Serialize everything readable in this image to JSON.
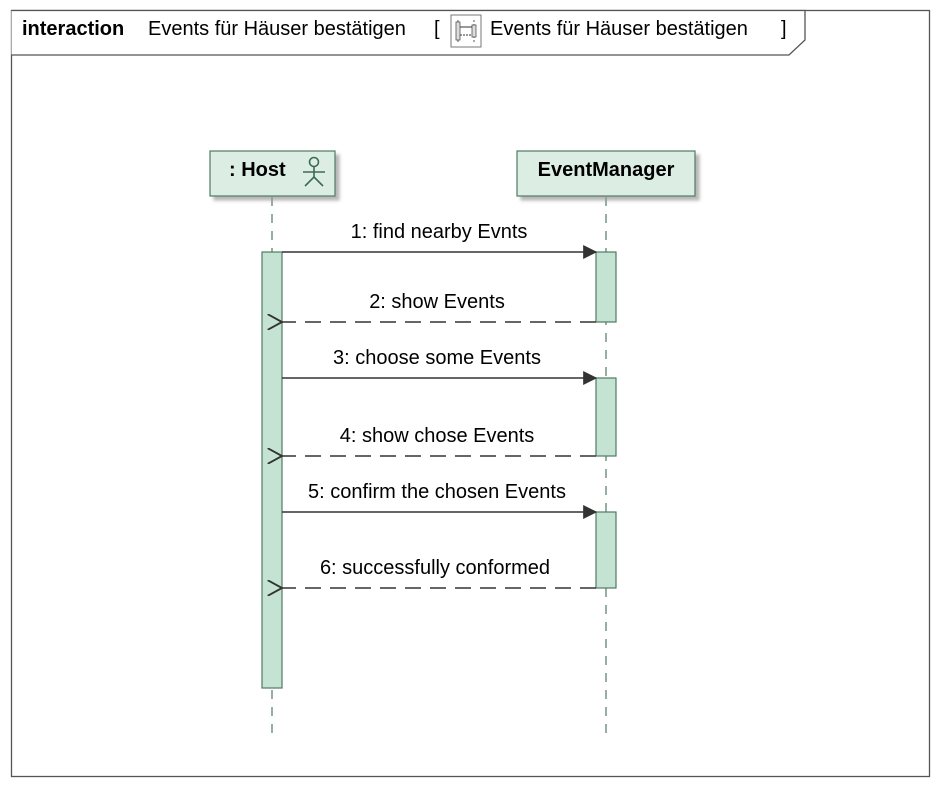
{
  "frame": {
    "keyword": "interaction",
    "name": "Events für Häuser bestätigen",
    "bracket_open": "[",
    "reference": "Events für Häuser bestätigen",
    "bracket_close": "]",
    "reference_icon": "sequence-diagram-icon"
  },
  "lifelines": [
    {
      "id": "host",
      "label": ": Host",
      "icon": "actor-icon"
    },
    {
      "id": "eventmanager",
      "label": "EventManager",
      "icon": ""
    }
  ],
  "messages": [
    {
      "label": "1: find nearby Evnts",
      "from": "host",
      "to": "eventmanager",
      "kind": "sync"
    },
    {
      "label": "2: show Events",
      "from": "eventmanager",
      "to": "host",
      "kind": "reply"
    },
    {
      "label": "3: choose some Events",
      "from": "host",
      "to": "eventmanager",
      "kind": "sync"
    },
    {
      "label": "4: show chose Events",
      "from": "eventmanager",
      "to": "host",
      "kind": "reply"
    },
    {
      "label": "5: confirm the chosen Events",
      "from": "host",
      "to": "eventmanager",
      "kind": "sync"
    },
    {
      "label": "6: successfully conformed",
      "from": "eventmanager",
      "to": "host",
      "kind": "reply"
    }
  ],
  "colors": {
    "lifeline_fill": "#dceee3",
    "activation_fill": "#c5e3d2",
    "border": "#4f7a63",
    "frame_border": "#555555",
    "text": "#000000"
  }
}
